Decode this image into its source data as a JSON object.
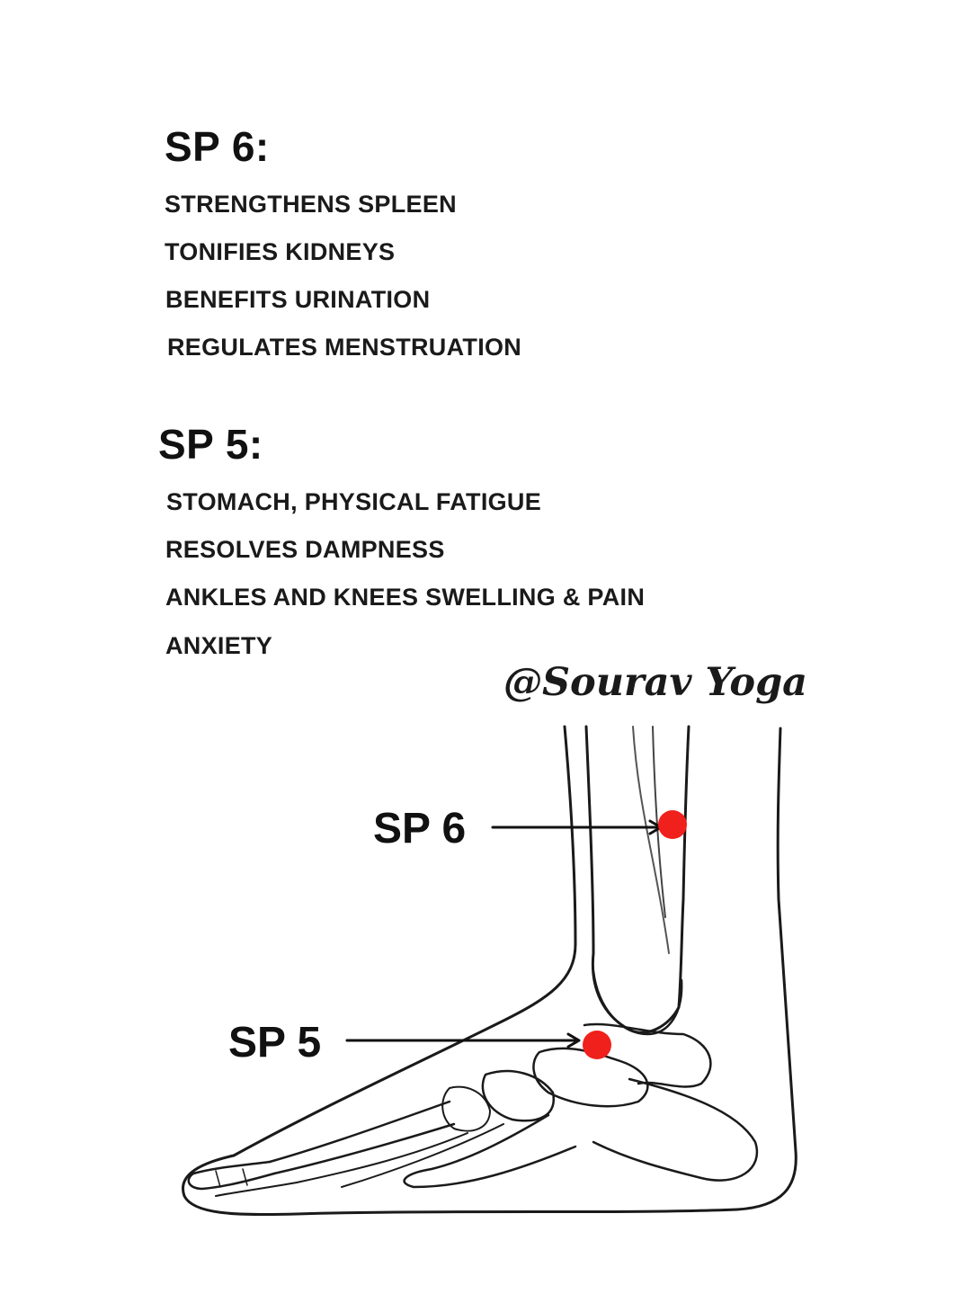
{
  "sections": [
    {
      "title": "SP 6:",
      "items": [
        "STRENGTHENS SPLEEN",
        "TONIFIES KIDNEYS",
        "BENEFITS URINATION",
        "REGULATES MENSTRUATION"
      ]
    },
    {
      "title": "SP 5:",
      "items": [
        "STOMACH, PHYSICAL FATIGUE",
        "RESOLVES DAMPNESS",
        "ANKLES AND KNEES SWELLING & PAIN",
        "ANXIETY"
      ]
    }
  ],
  "watermark": "@Sourav Yoga",
  "diagram": {
    "labels": [
      "SP 6",
      "SP 5"
    ],
    "point_color": "#f0201c"
  }
}
